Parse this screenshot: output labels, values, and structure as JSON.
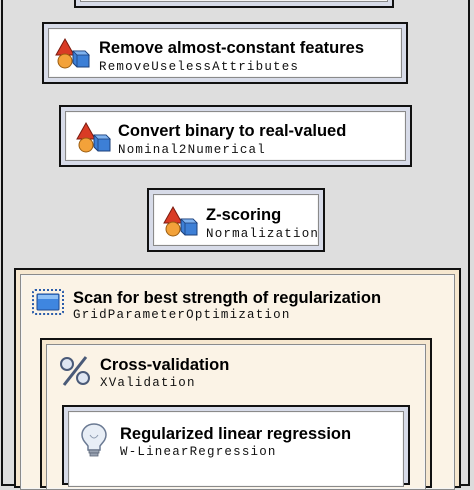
{
  "operators": {
    "remove": {
      "title": "Remove almost-constant features",
      "subtitle": "RemoveUselessAttributes"
    },
    "convert": {
      "title": "Convert binary to real-valued",
      "subtitle": "Nominal2Numerical"
    },
    "zscore": {
      "title": "Z-scoring",
      "subtitle": "Normalization"
    },
    "grid": {
      "title": "Scan for best strength of regularization",
      "subtitle": "GridParameterOptimization"
    },
    "xval": {
      "title": "Cross-validation",
      "subtitle": "XValidation"
    },
    "linreg": {
      "title": "Regularized linear regression",
      "subtitle": "W-LinearRegression"
    }
  },
  "icons": {
    "preprocessing": "shapes-icon",
    "grid": "window-icon",
    "xval": "percent-icon",
    "learner": "lightbulb-icon"
  }
}
